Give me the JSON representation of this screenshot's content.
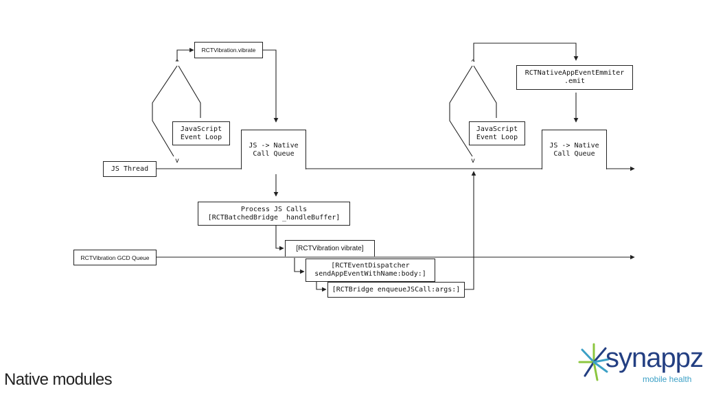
{
  "slide": {
    "title": "Native modules"
  },
  "boxes": {
    "rct_vibration_vibrate_top": "RCTVibration.vibrate",
    "js_event_loop_1": "JavaScript\nEvent Loop",
    "js_native_call_queue_1": "JS -> Native\nCall Queue",
    "js_thread": "JS Thread",
    "process_js_calls": "Process JS Calls\n[RCTBatchedBridge _handleBuffer]",
    "gcd_queue": "RCTVibration GCD Queue",
    "rct_vibration_vibrate_bracket": "[RCTVibration vibrate]",
    "event_dispatcher": "[RCTEventDispatcher\nsendAppEventWithName:body:]",
    "bridge_enqueue": "[RCTBridge enqueueJSCall:args:]",
    "js_event_loop_2": "JavaScript\nEvent Loop",
    "app_event_emitter": "RCTNativeAppEventEmmiter\n.emit",
    "js_native_call_queue_2": "JS -> Native\nCall Queue"
  },
  "glyphs": {
    "caret_up": "^",
    "caret_down": "v",
    "slash": "/",
    "backslash": "\\",
    "pipe": "|"
  },
  "logo": {
    "word": "synappz",
    "tagline": "mobile health"
  },
  "colors": {
    "line": "#222222",
    "logo_navy": "#233f82",
    "logo_teal": "#3ba0c6",
    "logo_green": "#8cc63f"
  }
}
